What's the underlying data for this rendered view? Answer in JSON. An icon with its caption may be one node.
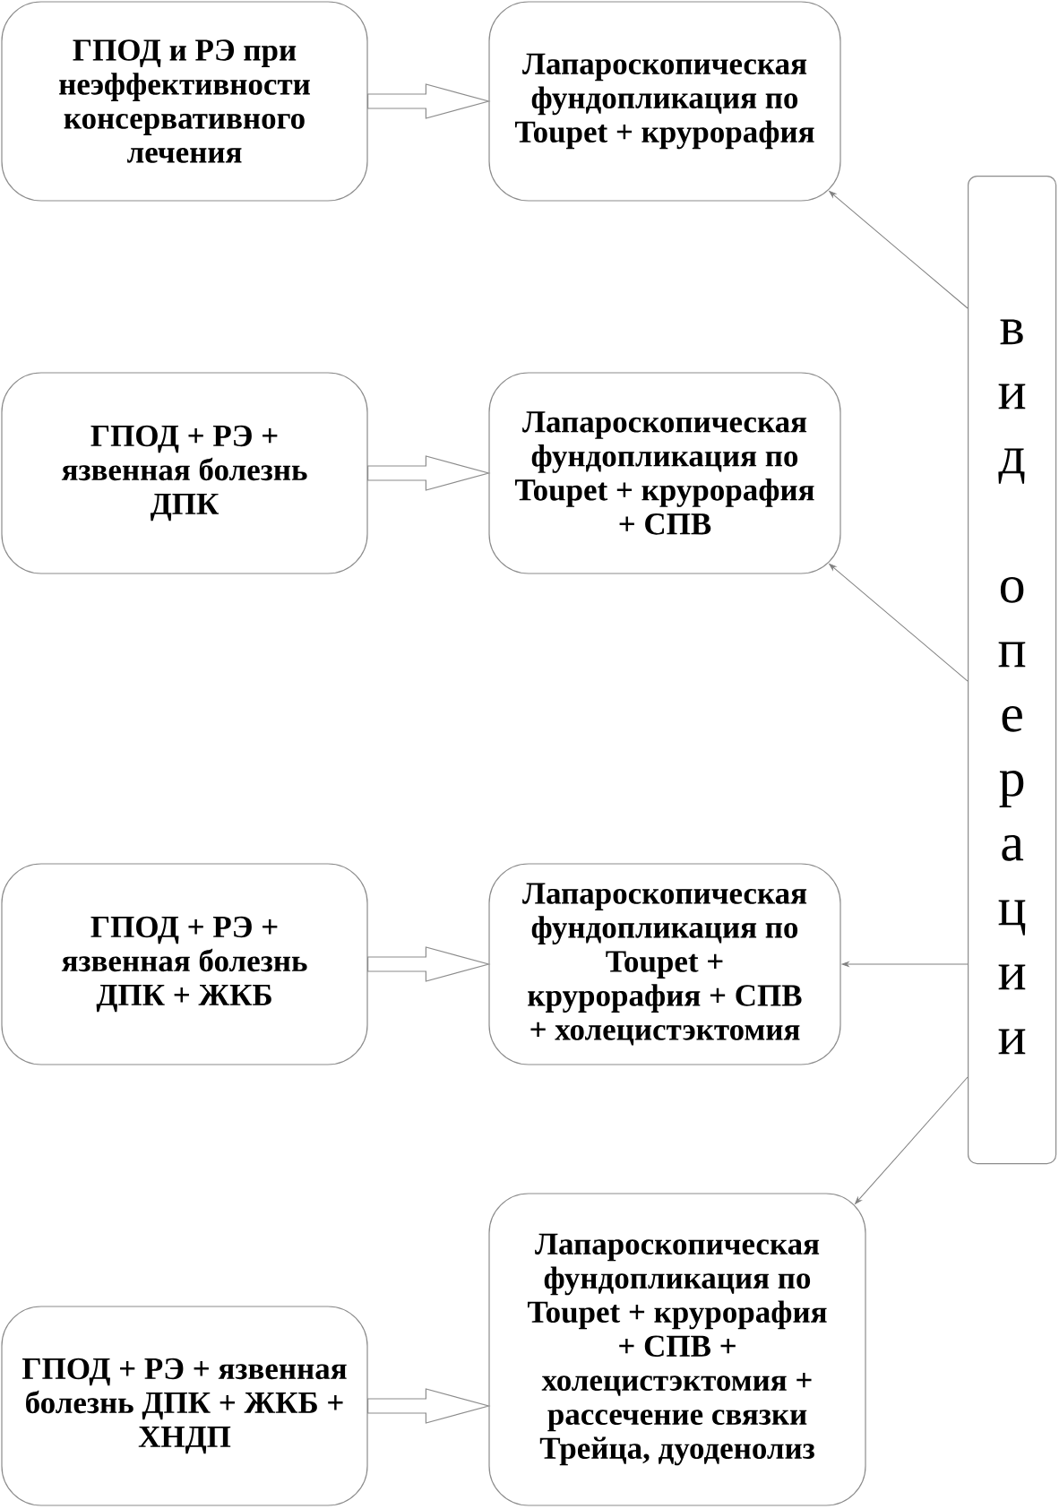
{
  "diagram": {
    "nodes": [
      {
        "text": [
          "ГПОД и РЭ при неэффективности консервативного лечения"
        ]
      },
      {
        "text": [
          "Лапароскопическая фундопликация по Toupet + крурорафия"
        ]
      },
      {
        "text": [
          "ГПОД + РЭ + язвенная болезнь ДПК"
        ]
      },
      {
        "text": [
          "Лапароскопическая фундопликация по Toupet + крурорафия + СПВ"
        ]
      },
      {
        "text": [
          "ГПОД + РЭ + язвенная болезнь ДПК + ЖКБ"
        ]
      },
      {
        "text": [
          "Лапароскопическая фундопликация по Toupet + крурорафия + СПВ + холецистэктомия"
        ]
      },
      {
        "text": [
          "ГПОД + РЭ + язвенная болезнь ДПК + ЖКБ + ХНДП"
        ]
      },
      {
        "text": [
          "Лапароскопическая фундопликация по Toupet + крурорафия + СПВ + холецистэктомия + рассечение связки Трейца, дуоденолиз"
        ]
      },
      {
        "text": [
          "вид операции"
        ]
      }
    ],
    "edges": [
      {
        "from": 0,
        "to": 1,
        "arrow": "to",
        "style": "thick"
      },
      {
        "from": 2,
        "to": 3,
        "arrow": "to",
        "style": "thick"
      },
      {
        "from": 4,
        "to": 5,
        "arrow": "to",
        "style": "thick"
      },
      {
        "from": 6,
        "to": 7,
        "arrow": "to",
        "style": "thick"
      },
      {
        "from": 8,
        "to": 1,
        "arrow": "to"
      },
      {
        "from": 8,
        "to": 3,
        "arrow": "to"
      },
      {
        "from": 8,
        "to": 5,
        "arrow": "to"
      },
      {
        "from": 8,
        "to": 7,
        "arrow": "to"
      }
    ]
  }
}
